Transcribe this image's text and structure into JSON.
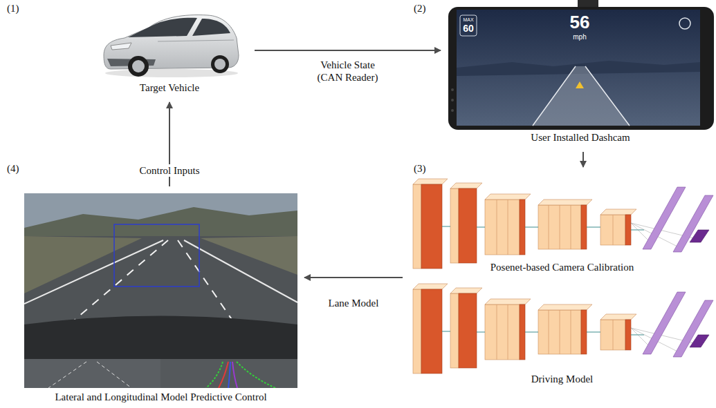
{
  "diagram": {
    "nodes": [
      {
        "text": [
          "Target Vehicle"
        ]
      },
      {
        "text": [
          "User Installed Dashcam"
        ]
      },
      {
        "text": [
          "Posenet-based Camera Calibration",
          "Driving Model"
        ]
      },
      {
        "text": [
          "Lateral and Longitudinal Model Predictive Control"
        ]
      }
    ],
    "edges": [
      {
        "from": 0,
        "to": 1,
        "label": "Vehicle State (CAN Reader)",
        "arrow": "to"
      },
      {
        "from": 1,
        "to": 2,
        "arrow": "to"
      },
      {
        "from": 2,
        "to": 3,
        "label": "Lane Model",
        "arrow": "to"
      },
      {
        "from": 3,
        "to": 0,
        "label": "Control Inputs",
        "arrow": "to"
      }
    ],
    "labels": [
      "(1)",
      "(2)",
      "(3)",
      "(4)",
      "MAX",
      "60",
      "56",
      "mph"
    ]
  }
}
